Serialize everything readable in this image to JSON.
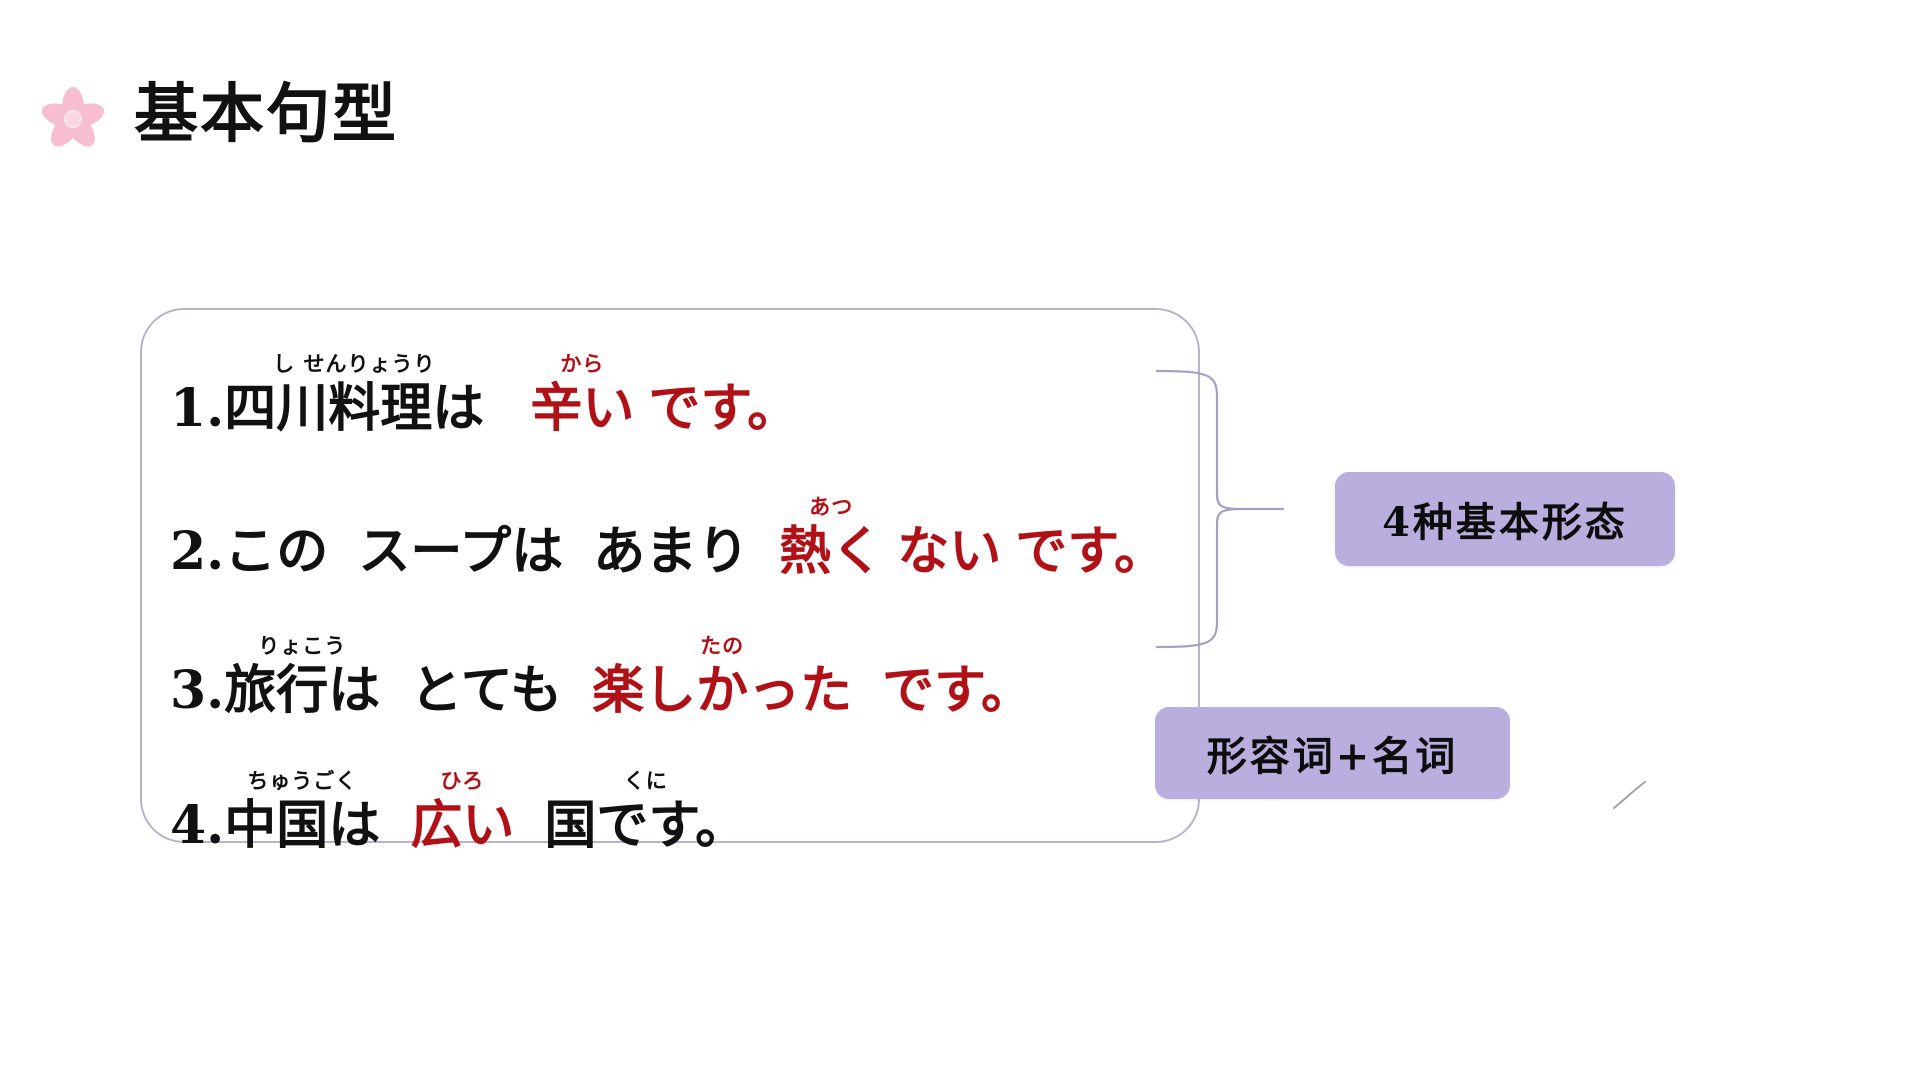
{
  "slide": {
    "title": "基本句型",
    "title_icon": "sakura-flower-icon",
    "background_color": "#ffffff",
    "accent_colors": {
      "highlight_red": "#b01116",
      "callout_purple": "#b9aedd",
      "card_border": "#b9b3c9",
      "sakura_pink": "#f7bdd0"
    }
  },
  "sentences": [
    {
      "number": "1.",
      "segments": [
        {
          "ruby": "し せんりょうり",
          "base": "四川料理は",
          "color": "black"
        },
        {
          "ruby": "から",
          "base": "辛い",
          "color": "red"
        },
        {
          "ruby": "",
          "base": "です。",
          "color": "red"
        }
      ]
    },
    {
      "number": "2.",
      "segments": [
        {
          "ruby": "",
          "base": "この",
          "color": "black"
        },
        {
          "ruby": "",
          "base": "スープは",
          "color": "black"
        },
        {
          "ruby": "",
          "base": "あまり",
          "color": "black"
        },
        {
          "ruby": "あつ",
          "base": "熱く",
          "color": "red"
        },
        {
          "ruby": "",
          "base": "ない",
          "color": "red"
        },
        {
          "ruby": "",
          "base": "です。",
          "color": "red"
        }
      ]
    },
    {
      "number": "3.",
      "segments": [
        {
          "ruby": "りょこう",
          "base": "旅行は",
          "color": "black"
        },
        {
          "ruby": "",
          "base": "とても",
          "color": "black"
        },
        {
          "ruby": "たの",
          "base": "楽しかった",
          "color": "red"
        },
        {
          "ruby": "",
          "base": "です。",
          "color": "red"
        }
      ]
    },
    {
      "number": "4.",
      "segments": [
        {
          "ruby": "ちゅうごく",
          "base": "中国は",
          "color": "black"
        },
        {
          "ruby": "ひろ",
          "base": "広い",
          "color": "red"
        },
        {
          "ruby": "くに",
          "base": "国です。",
          "color": "black"
        }
      ]
    }
  ],
  "callouts": {
    "four_forms": "4种基本形态",
    "adjective_plus_noun": "形容词+名词"
  }
}
